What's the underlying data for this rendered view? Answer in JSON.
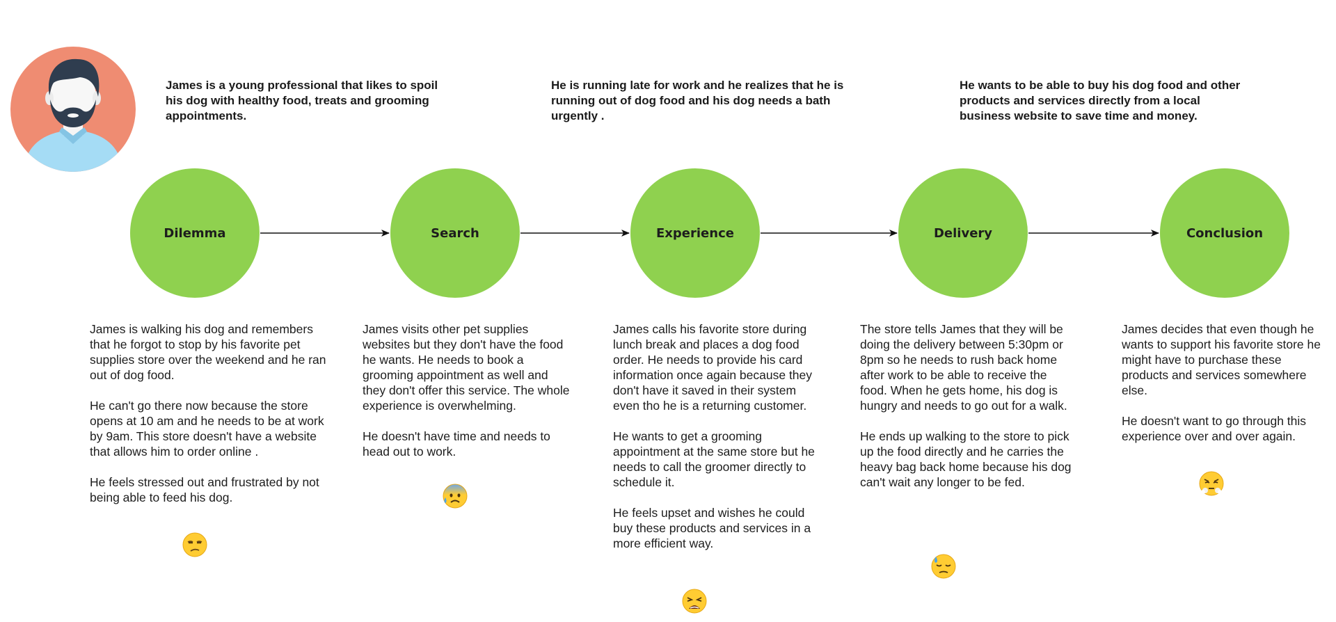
{
  "persona": {
    "context": [
      "James is a young professional that likes to spoil his dog with healthy food, treats and grooming appointments.",
      "He is running late for work and he realizes that he is running out of dog food and his dog needs a bath urgently .",
      "He wants to be able to buy his dog food and other products and services directly from a local business website to save time and money."
    ]
  },
  "stages": [
    {
      "label": "Dilemma",
      "paragraphs": [
        "James is walking his dog and remembers that he forgot to stop by his favorite pet supplies store over the weekend and he ran out of dog food.",
        "He can't go there now because the store opens at 10 am and he needs to be at work by 9am. This store doesn't have a website that allows him to order online .",
        "He feels stressed out and frustrated by not being able to feed his dog."
      ],
      "emoji": "unamused-face-icon"
    },
    {
      "label": "Search",
      "paragraphs": [
        "James visits other pet supplies websites but they don't have the food he wants. He needs to book a grooming appointment as well and they don't offer this service. The whole experience is overwhelming.",
        "He doesn't have time and needs to head out to work."
      ],
      "emoji": "anxious-face-with-sweat-icon"
    },
    {
      "label": "Experience",
      "paragraphs": [
        "James calls his favorite store during lunch break and places a dog food order. He needs to provide his card information once again because they don't have it saved in their system even tho he is a returning customer.",
        "He wants to get a grooming appointment at the same store but he needs to call the groomer directly to schedule it.",
        "He feels upset and wishes he could buy these products and services in a more efficient way."
      ],
      "emoji": "weary-face-icon"
    },
    {
      "label": "Delivery",
      "paragraphs": [
        "The store tells James that they will be doing the delivery between 5:30pm or 8pm so he needs to rush back home after work to be able to receive the food. When he gets home, his dog is hungry and needs to go out for a walk.",
        "He ends up walking to the store to pick up the food directly and he carries the heavy bag back home because his dog can't wait any longer to be fed."
      ],
      "emoji": "downcast-face-with-sweat-icon"
    },
    {
      "label": "Conclusion",
      "paragraphs": [
        "James decides that even though he wants to support his favorite store he might have to purchase these products and services somewhere else.",
        "He doesn't want to go through this experience over and over again."
      ],
      "emoji": "face-with-steam-from-nose-icon"
    }
  ],
  "colors": {
    "stage_fill": "#8fd14f",
    "avatar_bg": "#ef8c72",
    "shirt": "#a5dcf5",
    "hair": "#2f3d4f",
    "emoji_yellow": "#ffcc33"
  }
}
